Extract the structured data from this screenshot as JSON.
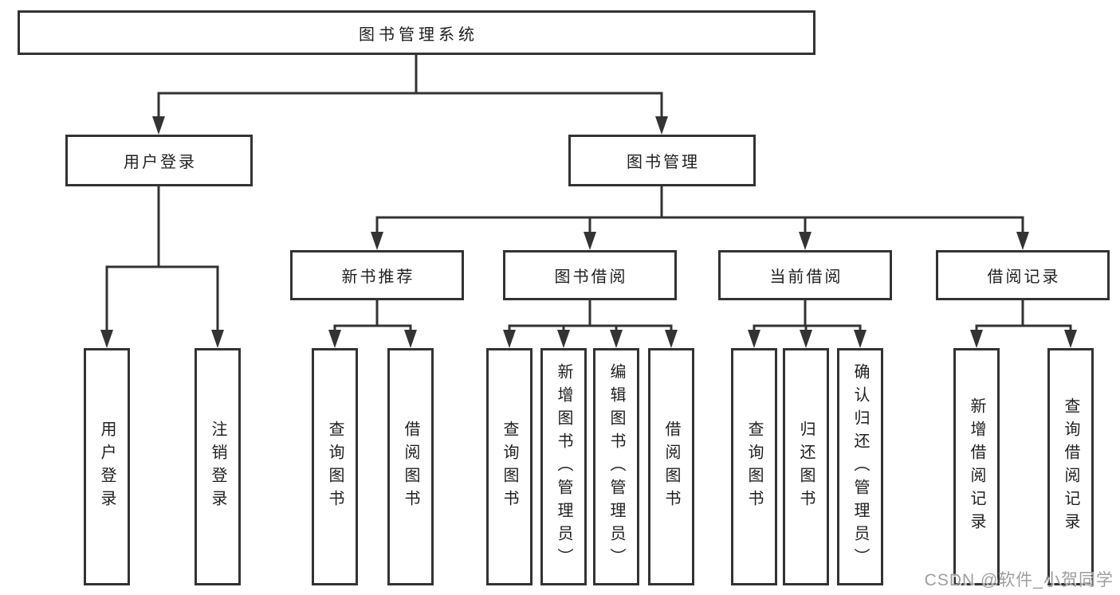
{
  "tree": {
    "label": "图书管理系统",
    "children": [
      {
        "label": "用户登录",
        "children": [
          {
            "label": "用户登录"
          },
          {
            "label": "注销登录"
          }
        ]
      },
      {
        "label": "图书管理",
        "children": [
          {
            "label": "新书推荐",
            "children": [
              {
                "label": "查询图书"
              },
              {
                "label": "借阅图书"
              }
            ]
          },
          {
            "label": "图书借阅",
            "children": [
              {
                "label": "查询图书"
              },
              {
                "label": "新增图书（管理员）"
              },
              {
                "label": "编辑图书（管理员）"
              },
              {
                "label": "借阅图书"
              }
            ]
          },
          {
            "label": "当前借阅",
            "children": [
              {
                "label": "查询图书"
              },
              {
                "label": "归还图书"
              },
              {
                "label": "确认归还（管理员）"
              }
            ]
          },
          {
            "label": "借阅记录",
            "children": [
              {
                "label": "新增借阅记录"
              },
              {
                "label": "查询借阅记录"
              }
            ]
          }
        ]
      }
    ]
  },
  "watermark": {
    "text": "CSDN @软件_小贺同学"
  },
  "colors": {
    "line": "#333333",
    "box_border": "#333333",
    "text": "#1f1f1f",
    "watermark": "#9e9e9e",
    "background": "#ffffff"
  }
}
